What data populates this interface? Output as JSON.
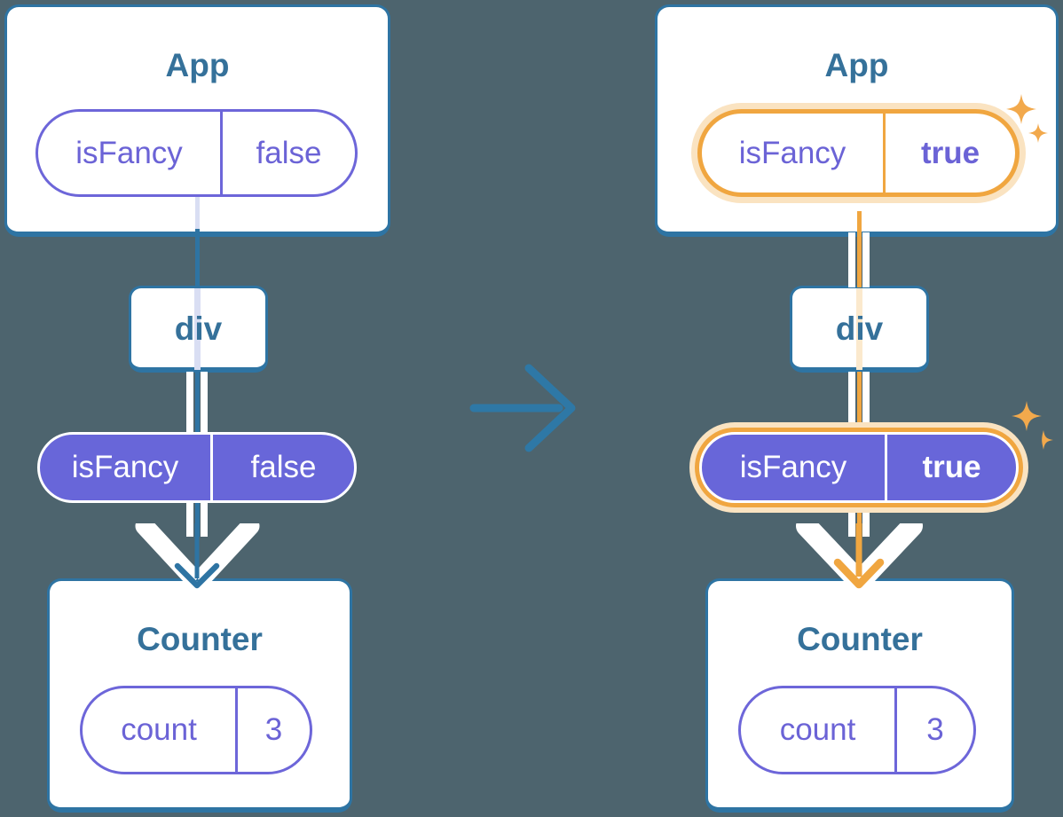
{
  "diagram_type": "react-component-tree-prop-flow",
  "colors": {
    "background": "#4d646e",
    "box_border": "#2e74a3",
    "box_fill": "#ffffff",
    "component_title_text": "#35719a",
    "purple_pill_fill": "#6866d9",
    "purple_pill_text": "#6b63d6",
    "lavender_pass_line": "#d9def3",
    "peach_pass_line": "#fbe9cd",
    "highlight_orange": "#f0a640",
    "highlight_glow": "#fae3c1",
    "sparkle_orange": "#f2a94c",
    "arrow_blue": "#2e78a6"
  },
  "left_tree": {
    "app": {
      "title": "App",
      "prop_pill": {
        "label": "isFancy",
        "value": "false"
      }
    },
    "div_node": {
      "title": "div"
    },
    "passed_prop_pill": {
      "label": "isFancy",
      "value": "false"
    },
    "counter": {
      "title": "Counter",
      "state_pill": {
        "label": "count",
        "value": "3"
      }
    }
  },
  "right_tree": {
    "app": {
      "title": "App",
      "prop_pill": {
        "label": "isFancy",
        "value": "true"
      }
    },
    "div_node": {
      "title": "div"
    },
    "passed_prop_pill": {
      "label": "isFancy",
      "value": "true"
    },
    "counter": {
      "title": "Counter",
      "state_pill": {
        "label": "count",
        "value": "3"
      }
    }
  },
  "icons": {
    "transition": "arrow-right-icon",
    "highlight": "sparkles-icon",
    "flow": "down-arrow-icon"
  }
}
